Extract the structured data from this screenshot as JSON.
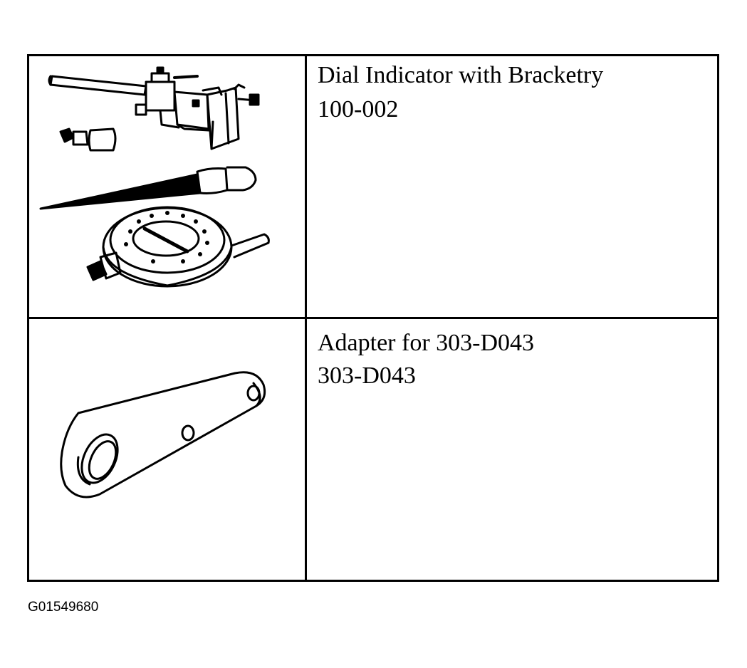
{
  "tools": [
    {
      "name": "Dial Indicator with Bracketry",
      "number": "100-002"
    },
    {
      "name": "Adapter for 303-D043",
      "number": "303-D043"
    }
  ],
  "figure_code": "G01549680"
}
